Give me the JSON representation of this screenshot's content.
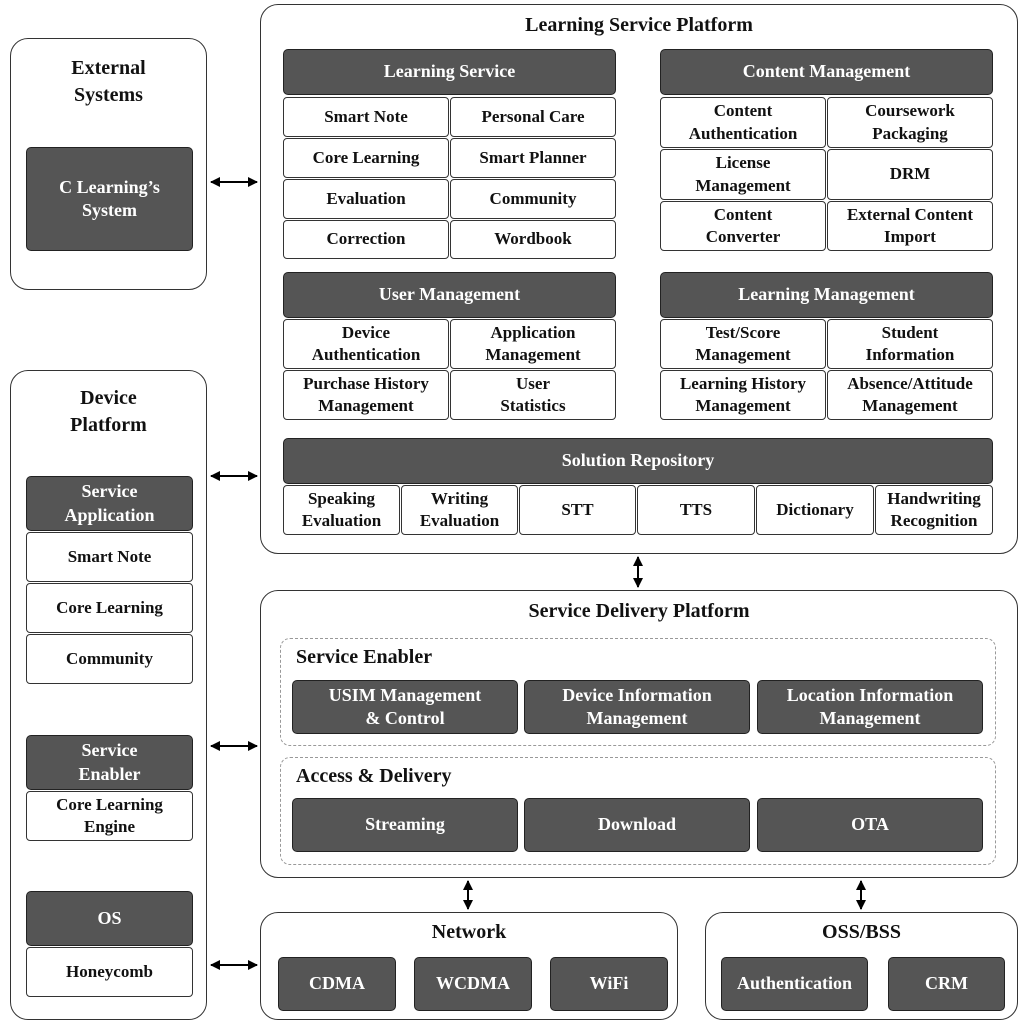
{
  "external": {
    "title": "External\nSystems",
    "system": "C Learning’s\nSystem"
  },
  "device": {
    "title": "Device\nPlatform",
    "service_application": {
      "header": "Service\nApplication",
      "items": [
        "Smart Note",
        "Core Learning",
        "Community"
      ]
    },
    "service_enabler": {
      "header": "Service\nEnabler",
      "items": [
        "Core Learning\nEngine"
      ]
    },
    "os": {
      "header": "OS",
      "items": [
        "Honeycomb"
      ]
    }
  },
  "lsp": {
    "title": "Learning Service Platform",
    "learning_service": {
      "header": "Learning Service",
      "items": [
        "Smart Note",
        "Personal Care",
        "Core Learning",
        "Smart Planner",
        "Evaluation",
        "Community",
        "Correction",
        "Wordbook"
      ]
    },
    "content_management": {
      "header": "Content Management",
      "items": [
        "Content\nAuthentication",
        "Coursework\nPackaging",
        "License\nManagement",
        "DRM",
        "Content\nConverter",
        "External Content\nImport"
      ]
    },
    "user_management": {
      "header": "User Management",
      "items": [
        "Device\nAuthentication",
        "Application\nManagement",
        "Purchase History\nManagement",
        "User\nStatistics"
      ]
    },
    "learning_management": {
      "header": "Learning Management",
      "items": [
        "Test/Score\nManagement",
        "Student\nInformation",
        "Learning History\nManagement",
        "Absence/Attitude\nManagement"
      ]
    },
    "solution_repository": {
      "header": "Solution Repository",
      "items": [
        "Speaking\nEvaluation",
        "Writing\nEvaluation",
        "STT",
        "TTS",
        "Dictionary",
        "Handwriting\nRecognition"
      ]
    }
  },
  "sdp": {
    "title": "Service Delivery Platform",
    "service_enabler": {
      "title": "Service Enabler",
      "items": [
        "USIM Management\n& Control",
        "Device Information\nManagement",
        "Location Information\nManagement"
      ]
    },
    "access_delivery": {
      "title": "Access & Delivery",
      "items": [
        "Streaming",
        "Download",
        "OTA"
      ]
    }
  },
  "network": {
    "title": "Network",
    "items": [
      "CDMA",
      "WCDMA",
      "WiFi"
    ]
  },
  "oss": {
    "title": "OSS/BSS",
    "items": [
      "Authentication",
      "CRM"
    ]
  }
}
